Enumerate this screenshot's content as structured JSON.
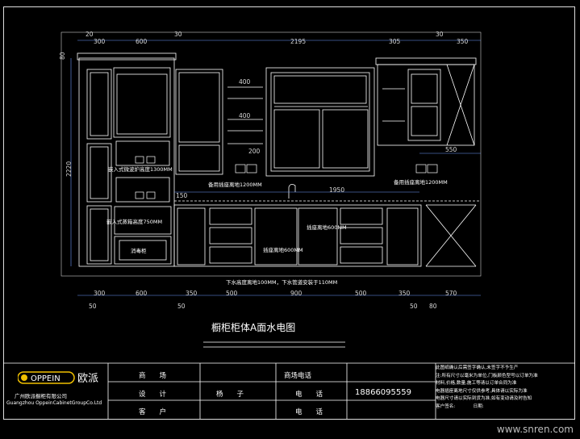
{
  "drawing": {
    "title": "橱柜柜体A面水电图",
    "top_dims": [
      "20",
      "300",
      "600",
      "30",
      "2195",
      "305",
      "30",
      "350"
    ],
    "bottom_dims": [
      "300",
      "600",
      "350",
      "500",
      "900",
      "500",
      "350",
      "570"
    ],
    "bottom_small": [
      "50",
      "50",
      "50",
      "80"
    ],
    "left_dims": [
      "80",
      "2220"
    ],
    "shelf_dims": [
      "400",
      "400",
      "200"
    ],
    "right_dim": "550",
    "counter_dim": "1950",
    "right_small_dim": "150",
    "notes": {
      "oven": "嵌入式微波炉高度1300MM",
      "socket_left": "备用插座离地1200MM",
      "socket_right": "备用插座离地1200MM",
      "steam": "嵌入式蒸箱高度750MM",
      "disinfect": "消毒柜",
      "drain": "下水高度离地100MM，下水管道安装于110MM",
      "socket_low1": "插座离地600MM",
      "socket_low2": "插座离地600MM"
    }
  },
  "title_block": {
    "company_cn": "广州欧派橱柜有限公司",
    "company_en": "Guangzhou OppeinCabinetGroupCo.Ltd",
    "brand": "OPPEIN",
    "brand_cn": "欧派",
    "row1": {
      "label": "商　　场",
      "phone_label": "商场电话"
    },
    "row2": {
      "label": "设　　计",
      "designer": "杨　　子",
      "phone_label": "电　　话",
      "phone": "18866095559"
    },
    "row3": {
      "label": "客　　户",
      "phone_label": "电　　话"
    },
    "notes": [
      "此图纸确认后需签字确认,未签字不予生产",
      "注:所有尺寸以毫米为单位,门板颜色型号以订单为准",
      "材料,价格,数量,施工等请以订单合同为准",
      "电器插座离地尺寸仅供参考,具体请以实际为准",
      "电器尺寸请以实际到货为准,如有变动请及时告知",
      "客户签名:　　　　日期:"
    ]
  },
  "watermark": "www.snren.com",
  "colors": {
    "background": "#000000",
    "line": "#ffffff",
    "dimension": "#6f9bff",
    "accent": "#ffffff"
  }
}
